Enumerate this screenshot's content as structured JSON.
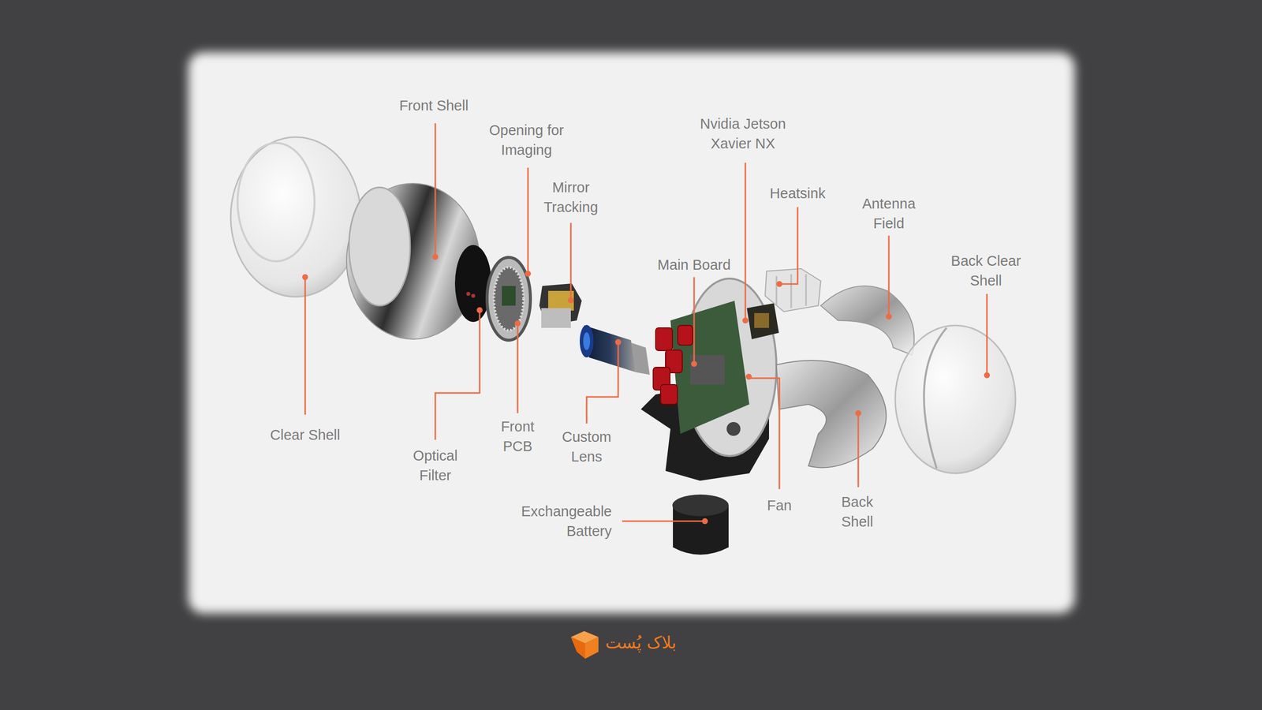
{
  "diagram": {
    "labels": [
      "Front Shell",
      "Opening for Imaging",
      "Mirror Tracking",
      "Nvidia Jetson Xavier NX",
      "Heatsink",
      "Antenna Field",
      "Back Clear Shell",
      "Main Board",
      "Clear Shell",
      "Optical Filter",
      "Front PCB",
      "Custom Lens",
      "Exchangeable Battery",
      "Fan",
      "Back Shell",
      "بلاک پُست"
    ]
  }
}
